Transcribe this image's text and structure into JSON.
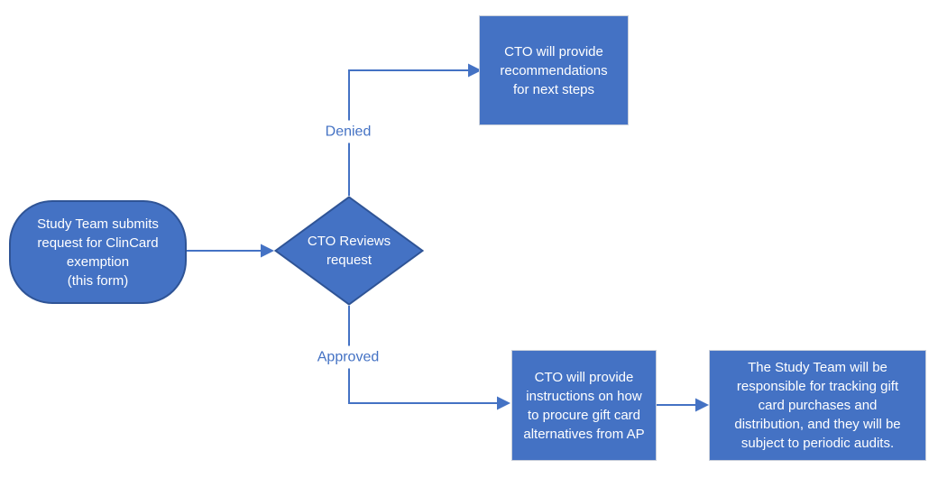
{
  "colors": {
    "shape_fill": "#4472C4",
    "shape_border_dark": "#2F5496",
    "box_border_light": "#C9CFDA",
    "connector": "#4472C4",
    "label_text": "#4472C4",
    "shape_text": "#FFFFFF",
    "canvas_bg": "#FFFFFF"
  },
  "nodes": {
    "start": {
      "label": "Study Team submits\nrequest for ClinCard\nexemption\n(this form)"
    },
    "decision": {
      "label": "CTO Reviews\nrequest"
    },
    "denied_outcome": {
      "label": "CTO will provide\nrecommendations\nfor next steps"
    },
    "approved_outcome": {
      "label": "CTO will provide\ninstructions on how\nto procure gift card\nalternatives from AP"
    },
    "tracking_outcome": {
      "label": "The Study Team will be\nresponsible for tracking gift\ncard purchases and\ndistribution, and they will be\nsubject to periodic audits."
    }
  },
  "edges": {
    "denied_label": "Denied",
    "approved_label": "Approved"
  }
}
